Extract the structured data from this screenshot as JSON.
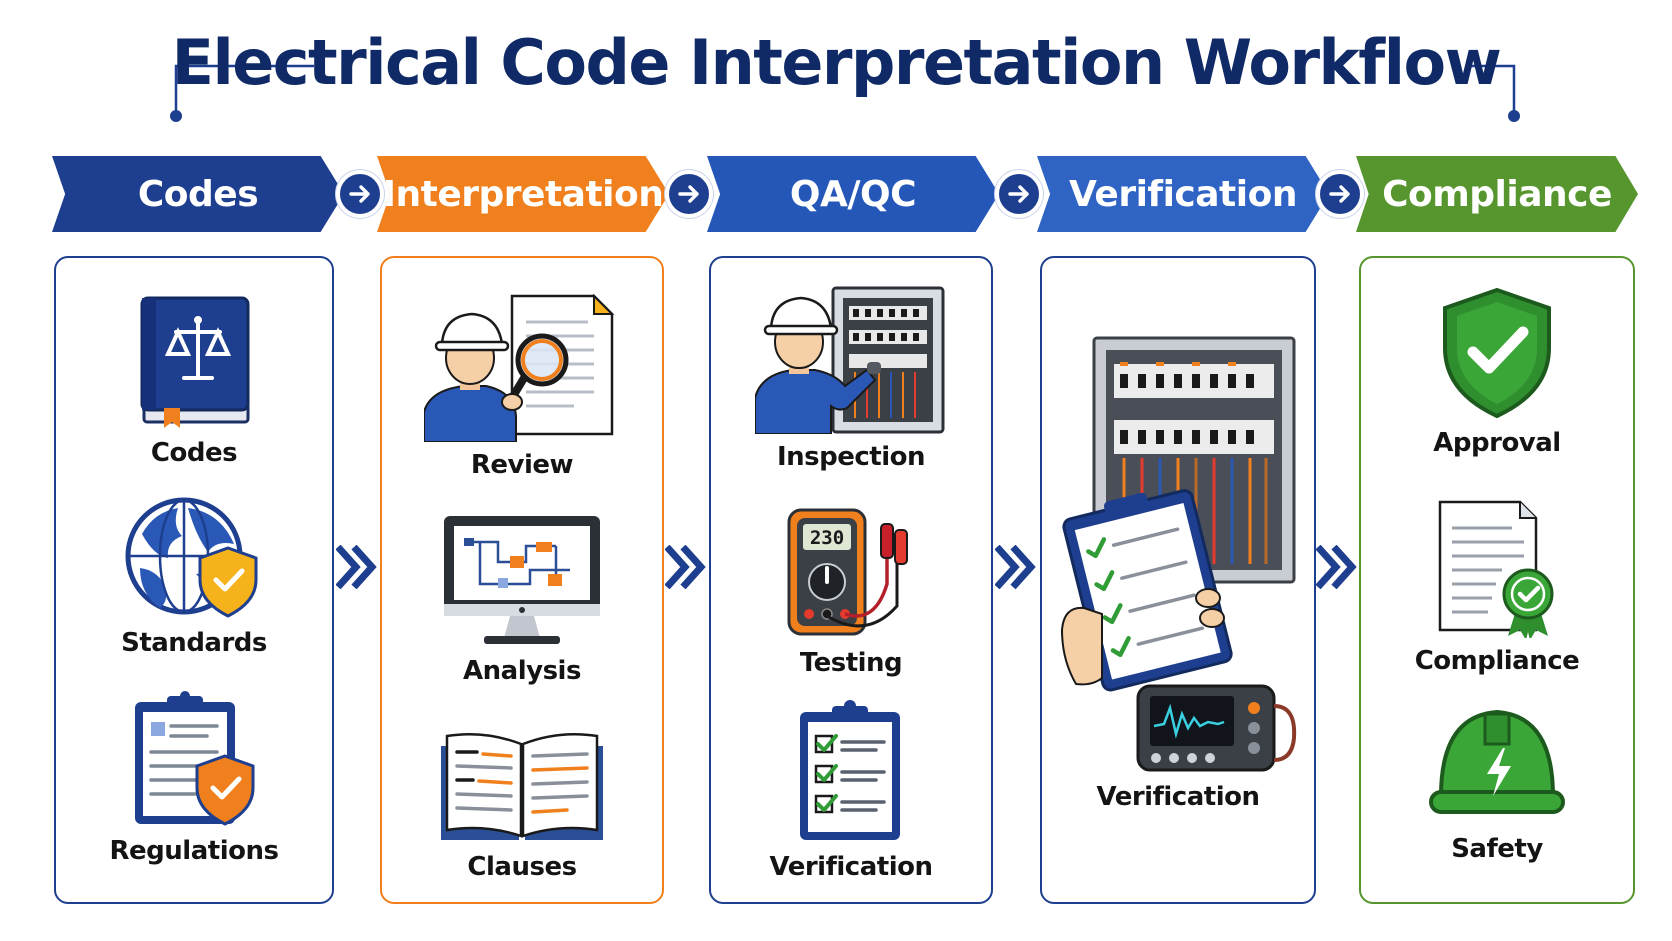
{
  "title": "Electrical Code Interpretation Workflow",
  "colors": {
    "navy": "#1e3f8f",
    "orange": "#f0801e",
    "blue": "#2f63c4",
    "green": "#57962e",
    "title": "#0f2a66"
  },
  "phases": [
    {
      "label": "Codes",
      "color": "#1e3f8f"
    },
    {
      "label": "Interpretation",
      "color": "#f0801e"
    },
    {
      "label": "QA/QC",
      "color": "#2457b8"
    },
    {
      "label": "Verification",
      "color": "#2f63c4"
    },
    {
      "label": "Compliance",
      "color": "#57962e"
    }
  ],
  "connector_icon": "arrow-right-icon",
  "columns": [
    {
      "items": [
        {
          "label": "Codes",
          "icon": "code-book-scales-icon"
        },
        {
          "label": "Standards",
          "icon": "globe-shield-icon"
        },
        {
          "label": "Regulations",
          "icon": "clipboard-shield-icon"
        }
      ]
    },
    {
      "items": [
        {
          "label": "Review",
          "icon": "engineer-magnifier-icon"
        },
        {
          "label": "Analysis",
          "icon": "monitor-schematic-icon"
        },
        {
          "label": "Clauses",
          "icon": "open-book-icon"
        }
      ]
    },
    {
      "items": [
        {
          "label": "Inspection",
          "icon": "engineer-panel-icon"
        },
        {
          "label": "Testing",
          "icon": "multimeter-icon"
        },
        {
          "label": "Verification",
          "icon": "checklist-clipboard-icon"
        }
      ]
    },
    {
      "items": [
        {
          "label": "Verification",
          "icon": "panel-checklist-icon"
        }
      ]
    },
    {
      "items": [
        {
          "label": "Approval",
          "icon": "shield-check-icon"
        },
        {
          "label": "Compliance",
          "icon": "certificate-document-icon"
        },
        {
          "label": "Safety",
          "icon": "hard-hat-icon"
        }
      ]
    }
  ],
  "meter_reading": "230"
}
